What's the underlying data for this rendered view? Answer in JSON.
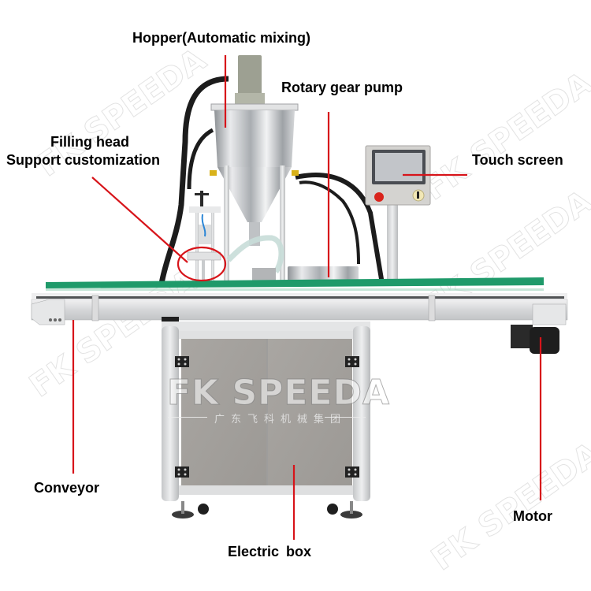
{
  "figure": {
    "title": "Automatic paste filling machine with conveyor — component diagram",
    "brand_watermark": "FK SPEEDA",
    "brand_subtitle": "广东飞科机械集团",
    "colors": {
      "leader_line": "#d7141a",
      "conveyor_top": "#1f9a6a",
      "frame": "#d9dadc",
      "panel": "#a6a39f",
      "motor": "#1e1e1e",
      "stainless": "#c9cbcd",
      "hose": "#1c1c1c",
      "estop": "#d9241c"
    }
  },
  "labels": {
    "hopper": "Hopper(Automatic mixing)",
    "pump": "Rotary gear pump",
    "filling_head_line1": "Filling head",
    "filling_head_line2": "Support customization",
    "touch_screen": "Touch screen",
    "conveyor": "Conveyor",
    "motor": "Motor",
    "electric_box": "Electric box"
  },
  "icons": {
    "estop": "emergency-stop-button",
    "key_switch": "key-switch"
  }
}
